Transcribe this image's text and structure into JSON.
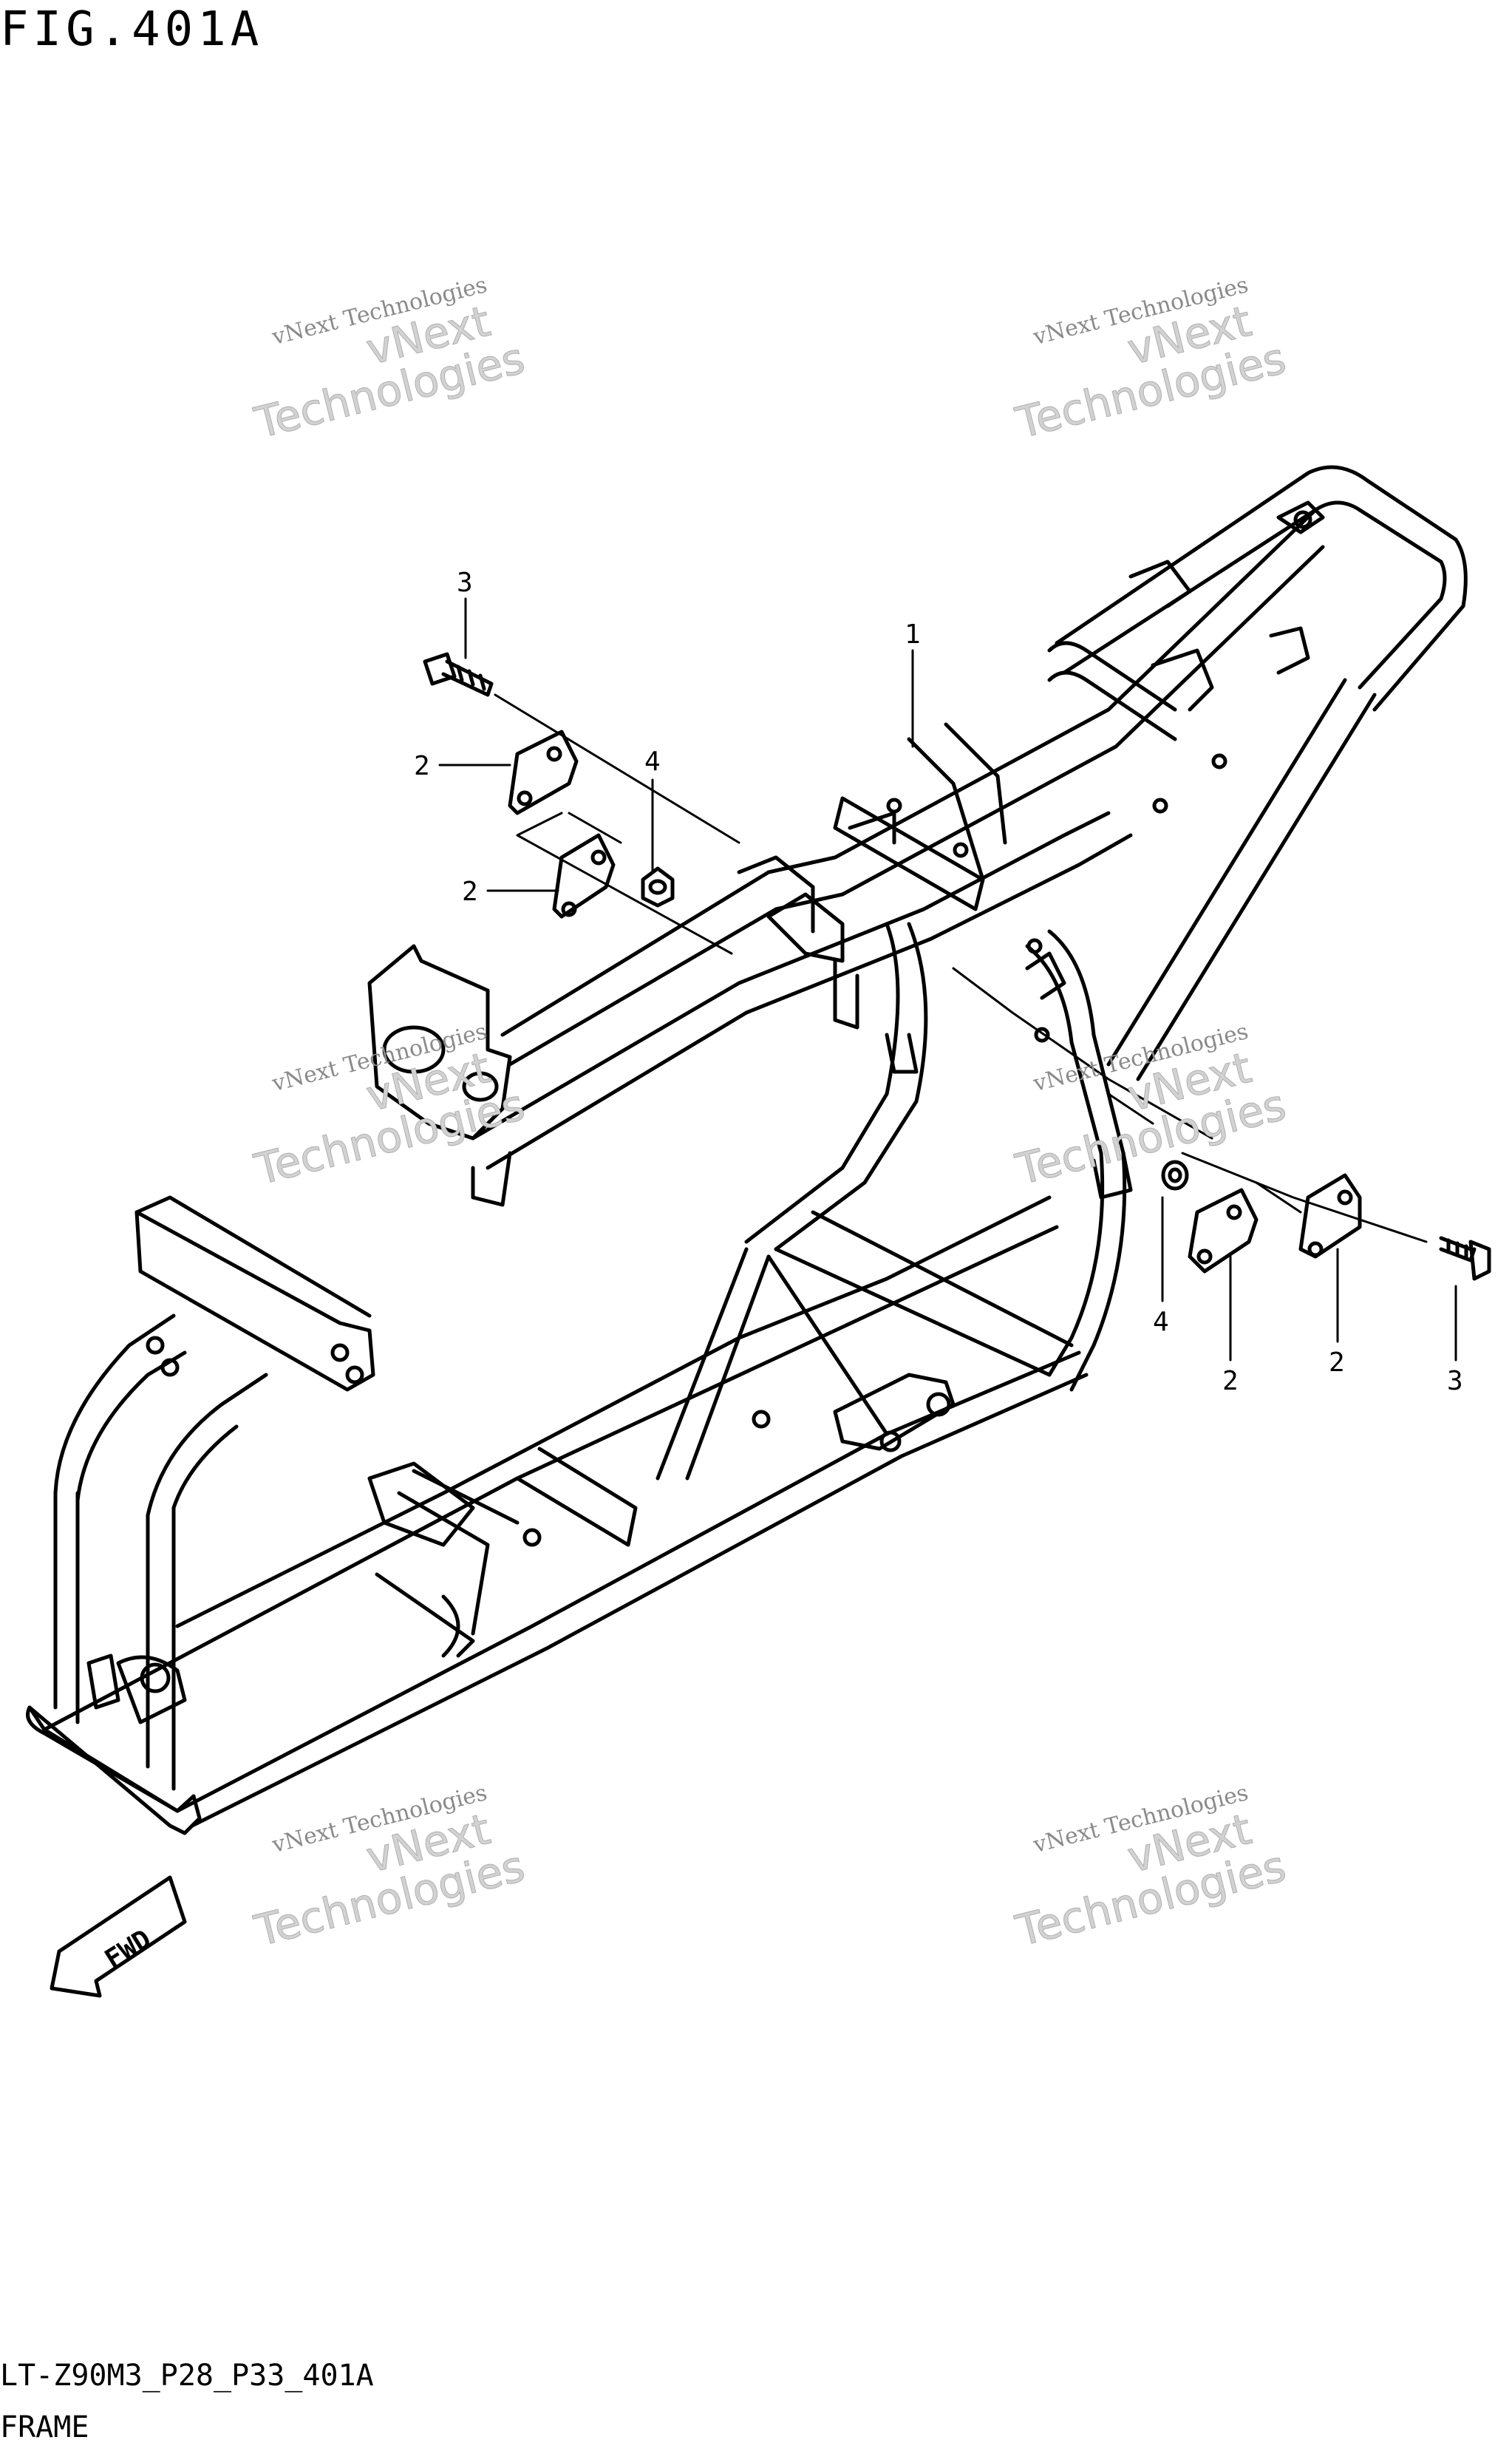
{
  "figure": {
    "title": "FIG.401A",
    "code": "LT-Z90M3_P28_P33_401A",
    "name": "FRAME"
  },
  "fwd_label": "FWD",
  "watermark": {
    "line1": "vNext Technologies",
    "line2a": "vNext",
    "line2b": "Technologies"
  },
  "callouts": [
    {
      "id": "c1",
      "label": "1",
      "part": "frame"
    },
    {
      "id": "c2",
      "label": "2",
      "part": "bracket"
    },
    {
      "id": "c3",
      "label": "2",
      "part": "bracket"
    },
    {
      "id": "c4",
      "label": "3",
      "part": "bolt"
    },
    {
      "id": "c5",
      "label": "4",
      "part": "nut"
    },
    {
      "id": "c6",
      "label": "4",
      "part": "nut"
    },
    {
      "id": "c7",
      "label": "2",
      "part": "bracket"
    },
    {
      "id": "c8",
      "label": "2",
      "part": "bracket"
    },
    {
      "id": "c9",
      "label": "3",
      "part": "bolt"
    }
  ]
}
